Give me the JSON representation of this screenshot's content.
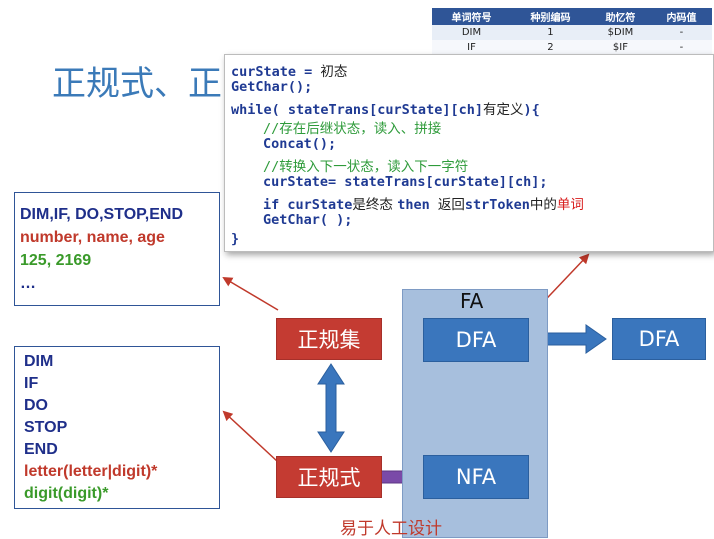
{
  "title": "正规式、正",
  "token_table": {
    "headers": [
      "单词符号",
      "种别编码",
      "助忆符",
      "内码值"
    ],
    "rows": [
      [
        "DIM",
        "1",
        "$DIM",
        "-"
      ],
      [
        "IF",
        "2",
        "$IF",
        "-"
      ]
    ]
  },
  "code": {
    "l1": "curState = ",
    "l1_cn": "初态",
    "l2": "GetChar();",
    "l3": "while( stateTrans[curState][ch]",
    "l3_cn": "有定义",
    "l3_end": "){",
    "l4": "//存在后继状态，读入、拼接",
    "l5": "Concat();",
    "l6": "//转换入下一状态，读入下一字符",
    "l7": "curState= stateTrans[curState][ch];",
    "l8_a": "if curState",
    "l8_cn1": "是终态 ",
    "l8_b": "then ",
    "l8_cn2": "返回",
    "l8_c": "strToken",
    "l8_cn3": "中的",
    "l8_red": "单词",
    "l9": "GetChar( );",
    "l10": "}"
  },
  "examples_top": {
    "line1": "DIM,IF, DO,STOP,END",
    "line2": "number, name, age",
    "line3": "125, 2169",
    "line4": "…"
  },
  "examples_bottom": {
    "line1": "DIM",
    "line2": "IF",
    "line3": "DO",
    "line4": "STOP",
    "line5": "END",
    "line6": "letter(letter|digit)*",
    "line7": "digit(digit)*"
  },
  "nodes": {
    "regular_set": "正规集",
    "regular_expr": "正规式",
    "dfa": "DFA",
    "nfa": "NFA",
    "dfa_min": "DFA",
    "fa": "FA"
  },
  "annotation": "易于人工设计",
  "colors": {
    "node_blue": "#3a76bd",
    "node_red": "#c43b32",
    "fa_region": "#a7bfdd",
    "title": "#3b7ab8"
  }
}
